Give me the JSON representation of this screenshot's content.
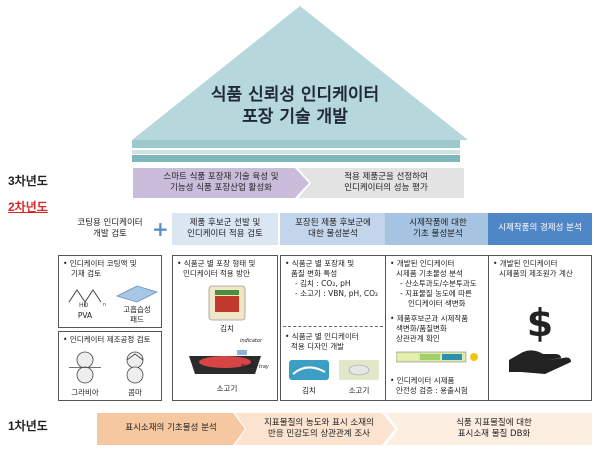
{
  "title": {
    "line1": "식품 신뢰성 인디케이터",
    "line2": "포장 기술 개발"
  },
  "years": {
    "y3": "3차년도",
    "y2": "2차년도",
    "y1": "1차년도"
  },
  "goals": [
    {
      "l1": "스마트 식품 포장재 기술 육성 및",
      "l2": "기능성 식품 포장산업 활성화"
    },
    {
      "l1": "적용 제품군을 선정하여",
      "l2": "인디케이터의 성능 평가"
    }
  ],
  "headers": [
    {
      "l1": "코팅용 인디케이터",
      "l2": "개발 검토"
    },
    {
      "l1": "제품 후보군 선발 및",
      "l2": "인디케이터 적용 검토"
    },
    {
      "l1": "포장된 제품 후보군에",
      "l2": "대한 물성분석"
    },
    {
      "l1": "시제작품에 대한",
      "l2": "기초 물성분석"
    },
    {
      "l1": "시제작품의 경제성 분석",
      "l2": ""
    }
  ],
  "col1": {
    "a1": "• 인디케이터 코팅액 및",
    "a2": "기재 검토",
    "pva": "PVA",
    "pad1": "고흡습성",
    "pad2": "패드",
    "b1": "• 인디케이터 제조공정 검토",
    "gravure": "그라비아",
    "comma": "콤마"
  },
  "col2": {
    "t1": "• 식품군 별 포장 형태 및",
    "t2": "인디케이터 적용 방안",
    "kimchi": "김치",
    "beef": "소고기",
    "indicator_tag": "indicator",
    "plastic_tag": "Plastic tray"
  },
  "col3": {
    "t1": "• 식품군 별 포장재 및",
    "t2": "품질 변화 특성",
    "t3": "- 김치 : CO₂, pH",
    "t4": "- 소고기 : VBN, pH, CO₂",
    "t5": "• 식품군 별 인디케이터",
    "t6": "적용 디자인 개발",
    "kimchi": "김치",
    "beef": "소고기"
  },
  "col4": {
    "t1": "• 개발된 인디케이터",
    "t2": "시제품 기초물성 분석",
    "t3": "- 산소투과도/수분투과도",
    "t4": "- 지표물질 농도에 따른",
    "t5": "인디케이터 색변화",
    "t6": "• 제품후보군과 시제작품",
    "t7": "색변화/품질변화",
    "t8": "상관관계 확인",
    "t9": "• 인디케이터 시제품",
    "t10": "안전성 검증 : 용출시험"
  },
  "col5": {
    "t1": "• 개발된 인디케이터",
    "t2": "시제품의 제조원가 계산"
  },
  "foundation": [
    {
      "l1": "표시소재의 기초물성 분석",
      "l2": ""
    },
    {
      "l1": "지표물질의 농도와 표시 소재의",
      "l2": "반응 민감도의 상관관계 조사"
    },
    {
      "l1": "식품 지표물질에 대한",
      "l2": "표시소재 물질 DB화"
    }
  ],
  "colors": {
    "roof": "#b6d7dc",
    "goal1": "#c9bddb",
    "goal2": "#e3e3e3",
    "header_dark": "#4f86c6",
    "year2_red": "#d62828",
    "foundation1": "#f6c8a1",
    "foundation2": "#fbe3cf",
    "foundation3": "#fdeee2"
  }
}
